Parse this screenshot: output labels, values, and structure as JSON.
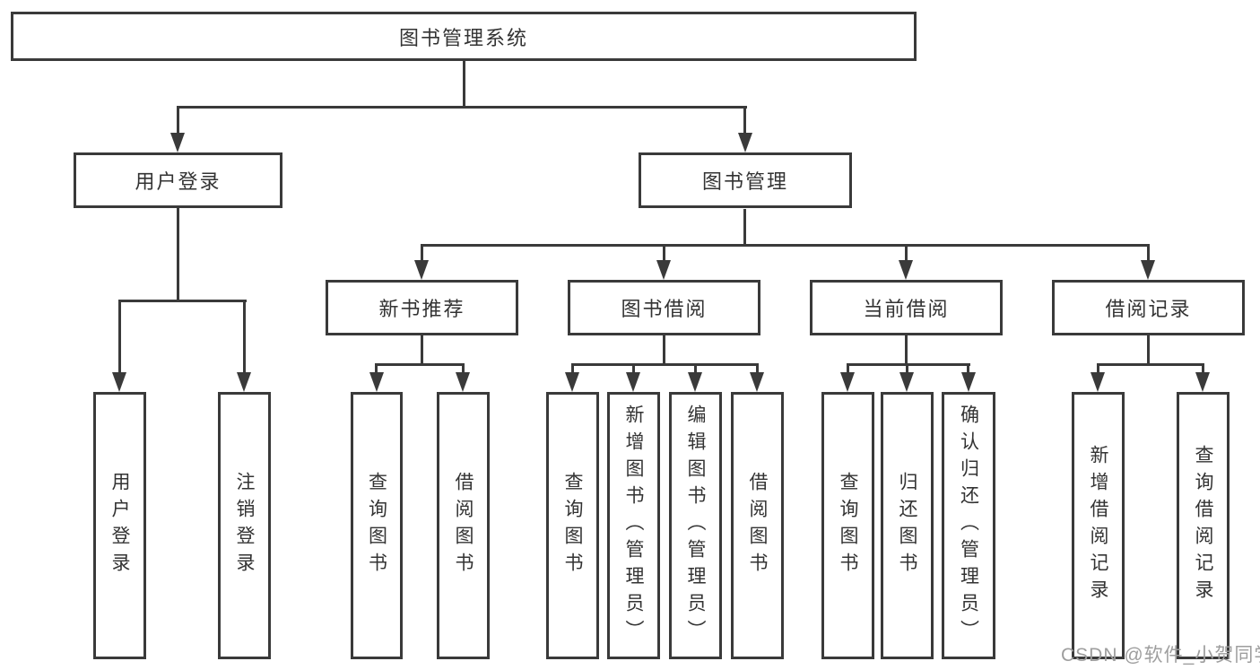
{
  "diagram": {
    "root": "图书管理系统",
    "level1": [
      "用户登录",
      "图书管理"
    ],
    "level2": [
      "新书推荐",
      "图书借阅",
      "当前借阅",
      "借阅记录"
    ],
    "leaves": [
      "用户登录",
      "注销登录",
      "查询图书",
      "借阅图书",
      "查询图书",
      "新增图书（管理员）",
      "编辑图书（管理员）",
      "借阅图书",
      "查询图书",
      "归还图书",
      "确认归还（管理员）",
      "新增借阅记录",
      "查询借阅记录"
    ]
  },
  "watermark": "CSDN @软件_小贺同学",
  "colors": {
    "line": "#3a3a3a",
    "border": "#3a3a3a",
    "text": "#333333",
    "background": "#ffffff",
    "watermark": "#9e9e9e"
  }
}
